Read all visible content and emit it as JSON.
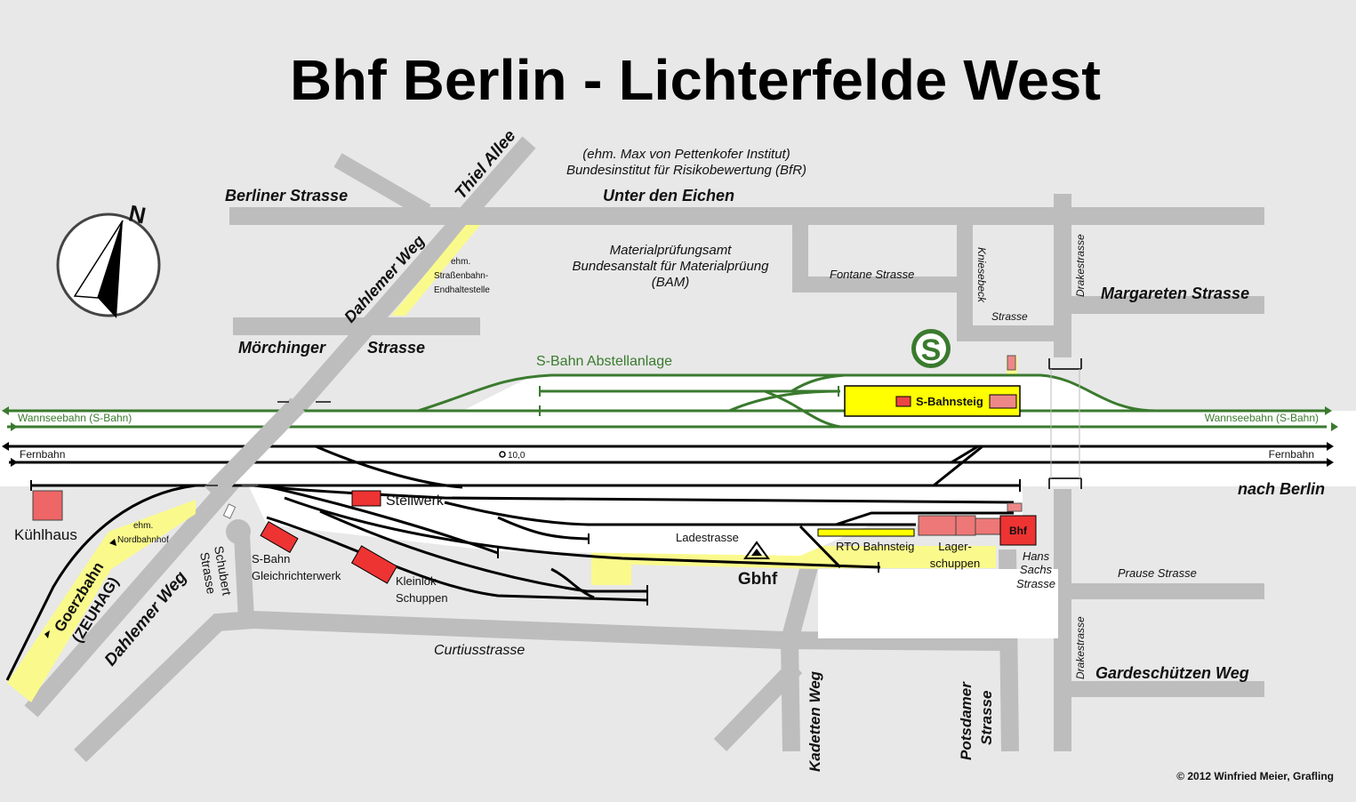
{
  "title": "Bhf Berlin - Lichterfelde West",
  "compass_letter": "N",
  "copyright": "© 2012  Winfried Meier, Grafling",
  "colors": {
    "background": "#e8e8e8",
    "street": "#bdbdbd",
    "sbahn_track": "#3a7a2e",
    "fern_track": "#000000",
    "yellow_area": "#fafa8c",
    "building": "#ee4444",
    "sbahn_logo": "#3a7a2e"
  },
  "streets": {
    "berliner": "Berliner Strasse",
    "unter_den_eichen": "Unter den Eichen",
    "thiel_allee": "Thiel Allee",
    "dahlemer_weg_north": "Dahlemer Weg",
    "dahlemer_weg_south": "Dahlemer Weg",
    "moerchinger": "Mörchinger",
    "moerchinger_strasse": "Strasse",
    "fontane": "Fontane Strasse",
    "kniesebeck": "Kniesebeck",
    "kniesebeck_strasse": "Strasse",
    "drakestrasse_north": "Drakestrasse",
    "drakestrasse_south": "Drakestrasse",
    "margareten": "Margareten Strasse",
    "schubert_1": "Schubert",
    "schubert_2": "Strasse",
    "curtius": "Curtiusstrasse",
    "kadetten": "Kadetten Weg",
    "potsdamer_1": "Potsdamer",
    "potsdamer_2": "Strasse",
    "hans_sachs_1": "Hans",
    "hans_sachs_2": "Sachs",
    "hans_sachs_3": "Strasse",
    "prause": "Prause Strasse",
    "gardeschuetzen": "Gardeschützen Weg"
  },
  "institutions": {
    "bfr_line1": "(ehm. Max von Pettenkofer Institut)",
    "bfr_line2": "Bundesinstitut für Risikobewertung (BfR)",
    "bam_line1": "Materialprüfungsamt",
    "bam_line2": "Bundesanstalt für Materialprüung",
    "bam_line3": "(BAM)",
    "endhalt_1": "ehm.",
    "endhalt_2": "Straßenbahn-",
    "endhalt_3": "Endhaltestelle"
  },
  "railway": {
    "sbahn_abstell": "S-Bahn Abstellanlage",
    "wannseebahn_left": "Wannseebahn (S-Bahn)",
    "wannseebahn_right": "Wannseebahn (S-Bahn)",
    "fernbahn_left": "Fernbahn",
    "fernbahn_right": "Fernbahn",
    "km_marker": "10,0",
    "nach_berlin": "nach Berlin",
    "sbahnsteig": "S-Bahnsteig",
    "sbahn_logo_letter": "S",
    "goerzbahn_1": "Goerzbahn",
    "goerzbahn_2": "(ZEUHAG)",
    "nordbahnhof_1": "ehm.",
    "nordbahnhof_2": "Nordbahnhof"
  },
  "facilities": {
    "kuehlhaus": "Kühlhaus",
    "stellwerk": "Stellwerk",
    "gleichrichter_1": "S-Bahn",
    "gleichrichter_2": "Gleichrichterwerk",
    "kleinlok_1": "Kleinlok-",
    "kleinlok_2": "Schuppen",
    "ladestrasse": "Ladestrasse",
    "rto": "RTO Bahnsteig",
    "lager_1": "Lager-",
    "lager_2": "schuppen",
    "bhf": "Bhf",
    "gbhf": "Gbhf"
  }
}
